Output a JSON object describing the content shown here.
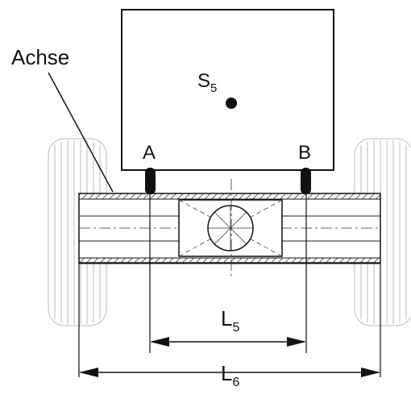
{
  "labels": {
    "axle": "Achse",
    "center_of_gravity": "S",
    "center_of_gravity_sub": "5",
    "point_a": "A",
    "point_b": "B",
    "dim_inner": "L",
    "dim_inner_sub": "5",
    "dim_outer": "L",
    "dim_outer_sub": "6"
  }
}
